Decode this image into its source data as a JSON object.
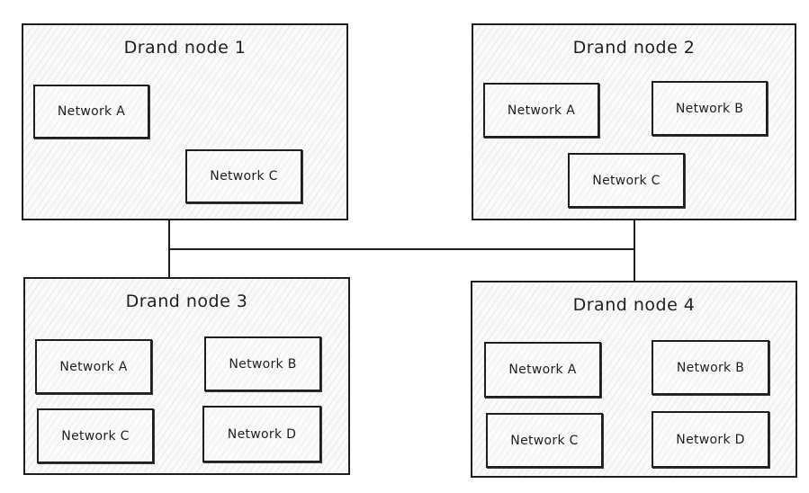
{
  "nodes": [
    {
      "title": "Drand node 1",
      "networks": [
        "Network A",
        "Network C"
      ]
    },
    {
      "title": "Drand node 2",
      "networks": [
        "Network A",
        "Network B",
        "Network C"
      ]
    },
    {
      "title": "Drand node 3",
      "networks": [
        "Network A",
        "Network B",
        "Network C",
        "Network D"
      ]
    },
    {
      "title": "Drand node 4",
      "networks": [
        "Network A",
        "Network B",
        "Network C",
        "Network D"
      ]
    }
  ],
  "colors": {
    "stroke": "#1e1e1e",
    "hatch": "#d9d9d9"
  }
}
